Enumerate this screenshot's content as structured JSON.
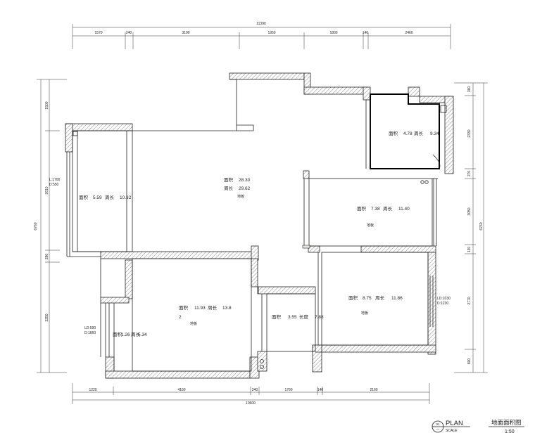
{
  "plan": {
    "top_total": "11390",
    "top_segments": [
      "1570",
      "240",
      "3190",
      "1950",
      "1800",
      "140",
      "2460"
    ],
    "bottom_total": "10600",
    "bottom_segments": [
      "1220",
      "4160",
      "240",
      "1760",
      "140",
      "2160"
    ],
    "left_total": "6760",
    "left_segments": [
      "1500",
      "2610",
      "290",
      "3350"
    ],
    "right_total": "6760",
    "right_segments": [
      "360",
      "2330",
      "270",
      "3050",
      "130",
      "2770",
      "800"
    ],
    "rooms": [
      {
        "area_label": "面积",
        "area": "28.30",
        "perimeter_label": "周长",
        "perimeter": "29.62",
        "floor": "地板"
      },
      {
        "area_label": "面积",
        "area": "4.78",
        "perimeter_label": "周长",
        "perimeter": "9.34"
      },
      {
        "area_label": "面积",
        "area": "5.59",
        "perimeter_label": "周长",
        "perimeter": "10.32"
      },
      {
        "area_label": "面积",
        "area": "7.38",
        "perimeter_label": "周长",
        "perimeter": "11.40",
        "floor": "地板"
      },
      {
        "area_label": "面积",
        "area": "8.75",
        "perimeter_label": "周长",
        "perimeter": "11.86",
        "floor": "地板"
      },
      {
        "area_label": "面积",
        "area": "11.93",
        "perimeter_label": "周长",
        "perimeter": "13.8",
        "extra": "2",
        "floor": "地板"
      },
      {
        "area_label": "面积",
        "area": "3.55",
        "perimeter_label": "长度",
        "perimeter": "7.88"
      },
      {
        "area_label": "面积",
        "area": "1.26",
        "perimeter_label": "周长",
        "perimeter": "5.34"
      }
    ],
    "windows": [
      {
        "ld": "L:1700",
        "d": "D:550"
      },
      {
        "ld": "LD:590",
        "d": "D:1660"
      },
      {
        "ld": "LD:1030",
        "d": "D:1230"
      }
    ],
    "title_block": {
      "symbol_top": "01",
      "symbol_bottom": "—",
      "plan": "PLAN",
      "scale_label": "SCALE",
      "title": "地面面积图",
      "scale": "1:50"
    }
  }
}
